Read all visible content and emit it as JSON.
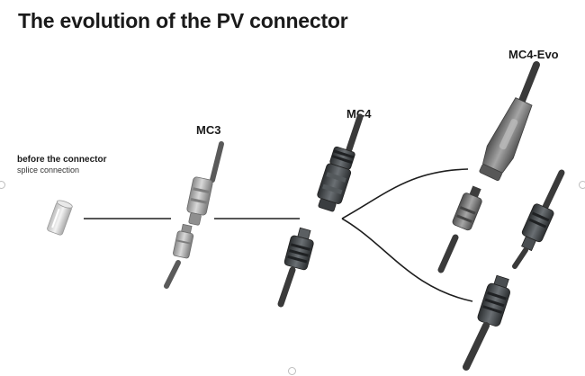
{
  "title": "The evolution of the PV connector",
  "before": {
    "heading": "before the connector",
    "subheading": "splice connection"
  },
  "labels": {
    "mc3": "MC3",
    "mc4": "MC4",
    "mc4_evo": "MC4-Evo"
  },
  "colors": {
    "background": "#ffffff",
    "text": "#1a1a1a",
    "line": "#1e1e1e",
    "cable": "#5a5a5a",
    "mc3_body": "#9b9b9b",
    "mc4_body": "#3f4346",
    "evo_body": "#6e6e6e"
  },
  "icons": [
    "splice-sleeve-icon",
    "mc3-connector-icon",
    "mc4-connector-icon",
    "mc4-evo-connector-icon"
  ]
}
